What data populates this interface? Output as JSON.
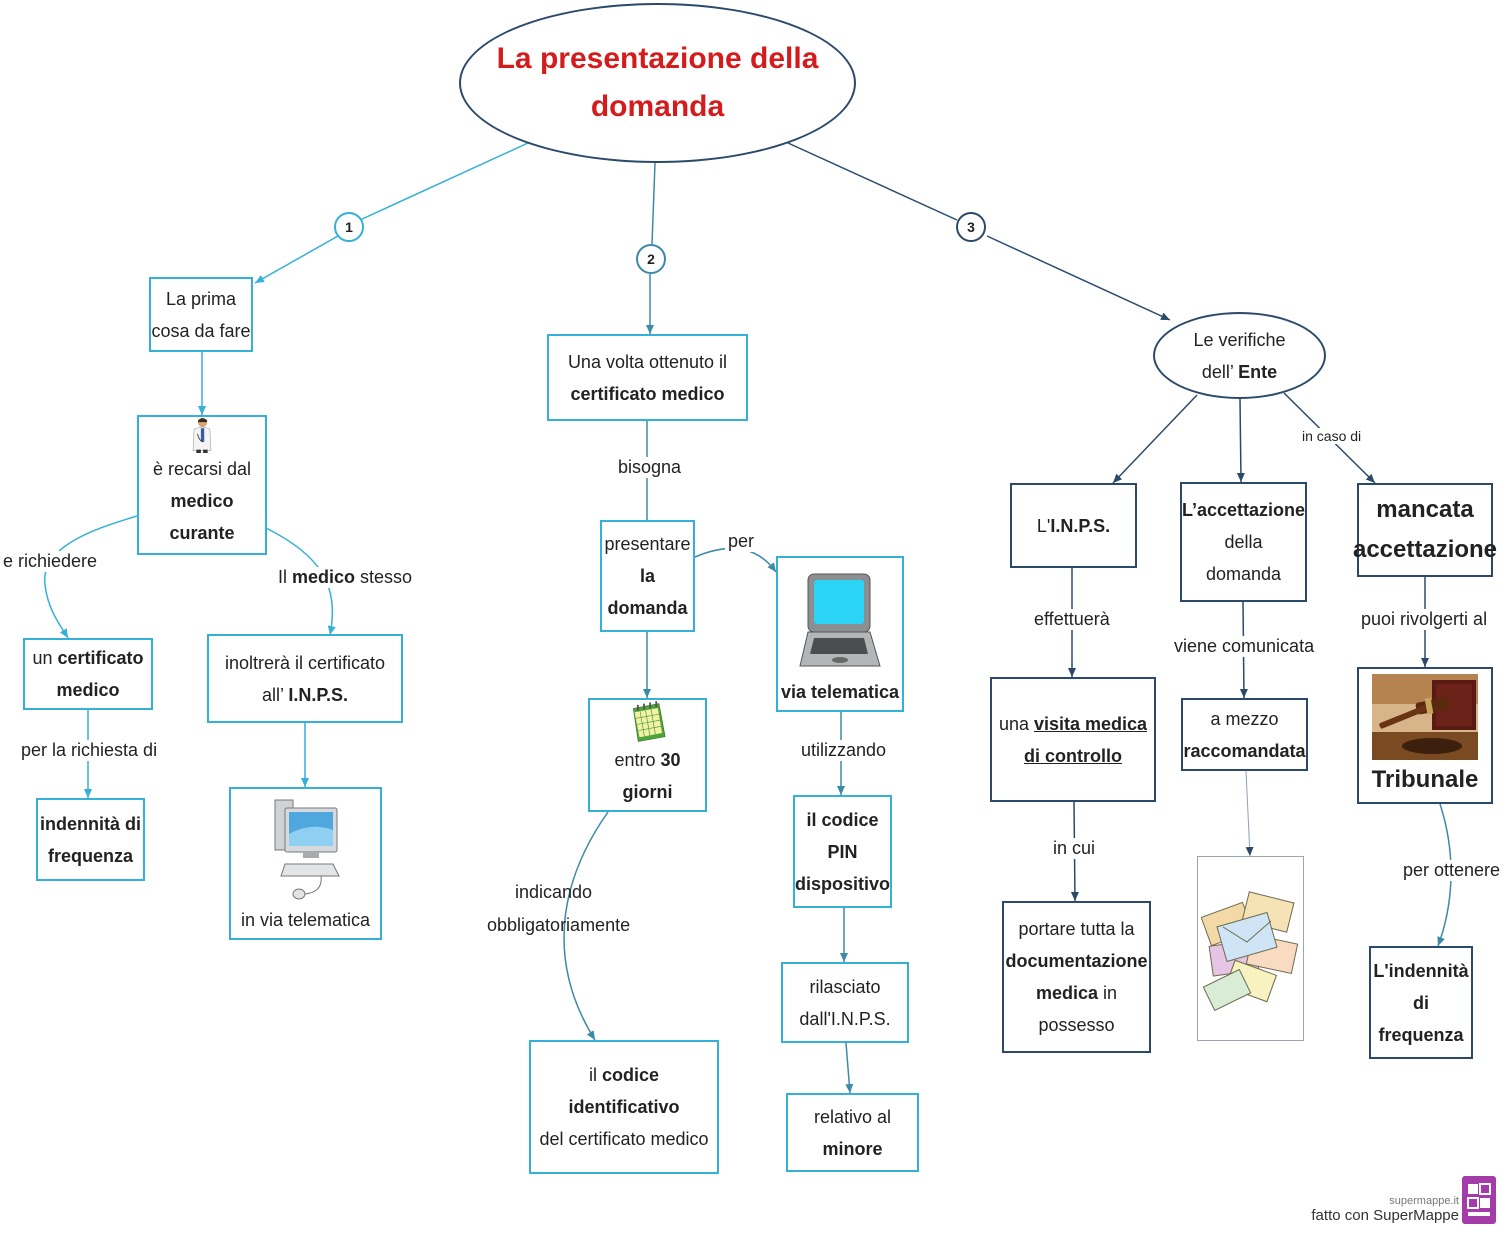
{
  "title": [
    "La  presentazione  della",
    "domanda"
  ],
  "steps": [
    "1",
    "2",
    "3"
  ],
  "branch1": {
    "first": [
      "La prima",
      "cosa da fare"
    ],
    "doctor": [
      "è recarsi dal",
      "medico  curante"
    ],
    "edge_richiedere": "e  richiedere",
    "edge_medico_pre": "Il ",
    "edge_medico_b": "medico",
    "edge_medico_post": " stesso",
    "certificato": [
      "un ",
      "certificato",
      "medico"
    ],
    "edge_richiesta": "per la  richiesta  di",
    "indennita": [
      "indennità  di",
      "frequenza"
    ],
    "inoltrera": [
      "inoltrerà  il  certificato",
      "all’ ",
      "I.N.P.S."
    ],
    "telematica": "in via  telematica"
  },
  "branch2": {
    "ottenuto": [
      "Una volta  ottenuto il",
      "certificato  medico"
    ],
    "edge_bisogna": "bisogna",
    "presentare": [
      "presentare",
      "la",
      "domanda"
    ],
    "edge_per": "per",
    "via_telematica": "via  telematica",
    "entro": [
      "entro ",
      "30  giorni"
    ],
    "edge_indicando": [
      "indicando",
      "obbligatoriamente"
    ],
    "codice_ident": [
      "il ",
      "codice  identificativo",
      "del  certificato  medico"
    ],
    "edge_utilizzando": "utilizzando",
    "pin": [
      "il  codice",
      "PIN",
      "dispositivo"
    ],
    "rilasciato": [
      "rilasciato",
      "dall'I.N.P.S."
    ],
    "minore": [
      "relativo al",
      "minore"
    ]
  },
  "branch3": {
    "ente": [
      "Le  verifiche",
      "dell’ ",
      "Ente"
    ],
    "inps": [
      "L'",
      "I.N.P.S."
    ],
    "edge_effettuera": "effettuerà",
    "visita": [
      "una ",
      "visita  medica",
      "di  controllo"
    ],
    "edge_incui": "in cui",
    "portare": [
      "portare  tutta la",
      "documentazione",
      "medica",
      " in",
      "possesso"
    ],
    "accettazione": [
      "L’accettazione",
      "della",
      "domanda"
    ],
    "edge_comunicata": "viene  comunicata",
    "raccomandata": [
      "a mezzo",
      "raccomandata"
    ],
    "edge_incaso": "in caso di",
    "mancata": [
      "mancata",
      "accettazione"
    ],
    "edge_rivolgerti": "puoi  rivolgerti  al",
    "tribunale": "Tribunale",
    "edge_ottenere": "per  ottenere",
    "indennita": [
      "L'indennità",
      "di",
      "frequenza"
    ]
  },
  "footer": {
    "site": "supermappe.it",
    "made": "fatto con SuperMappe"
  },
  "icons": [
    "doctor-icon",
    "desktop-computer-icon",
    "calendar-icon",
    "laptop-icon",
    "letters-icon",
    "gavel-icon",
    "supermappe-logo"
  ],
  "colors": {
    "title": "#d41c1c",
    "blue_border": "#35b0d8",
    "dark_border": "#2b4a6b"
  }
}
